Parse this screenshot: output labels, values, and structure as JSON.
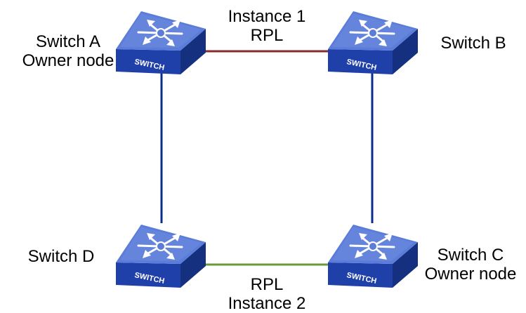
{
  "colors": {
    "ring_link": "#0a2c8a",
    "rpl_instance1": "#8b2a2a",
    "rpl_instance2": "#6a9a3a",
    "switch_top": "#5a7ad6",
    "switch_front": "#1e3fa8",
    "switch_side": "#17338c"
  },
  "switches": {
    "a": {
      "name": "Switch A",
      "role": "Owner node",
      "icon_text": "SWITCH"
    },
    "b": {
      "name": "Switch B",
      "icon_text": "SWITCH"
    },
    "c": {
      "name": "Switch C",
      "role": "Owner node",
      "icon_text": "SWITCH"
    },
    "d": {
      "name": "Switch D",
      "icon_text": "SWITCH"
    }
  },
  "links": {
    "top": {
      "instance": "Instance 1",
      "rpl": "RPL"
    },
    "bottom": {
      "rpl": "RPL",
      "instance": "Instance 2"
    }
  }
}
